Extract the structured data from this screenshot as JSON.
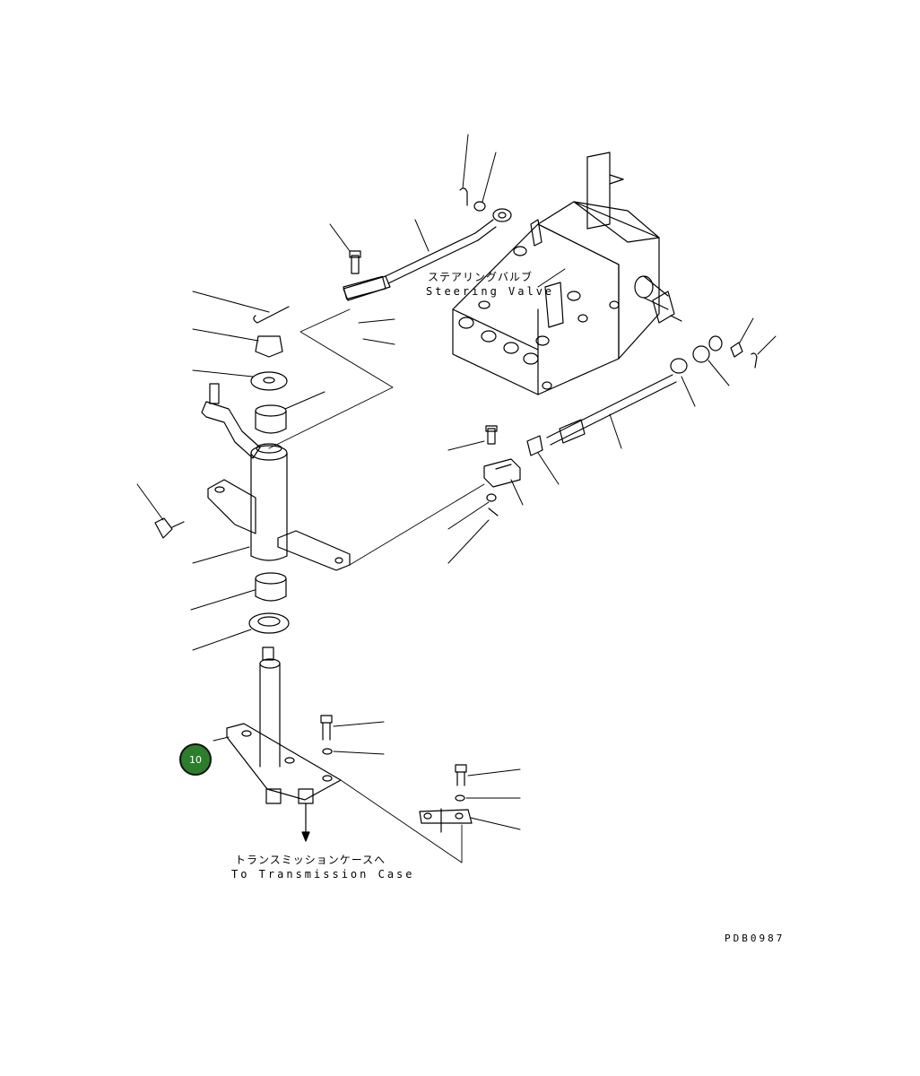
{
  "labels": {
    "steering_valve_jp": "ステアリングバルブ",
    "steering_valve_en": "Steering Valve",
    "transmission_jp": "トランスミッションケースへ",
    "transmission_en": "To Transmission Case",
    "drawing_code": "PDB0987"
  },
  "callout": {
    "number": "10",
    "color": "#2c7d2c"
  }
}
